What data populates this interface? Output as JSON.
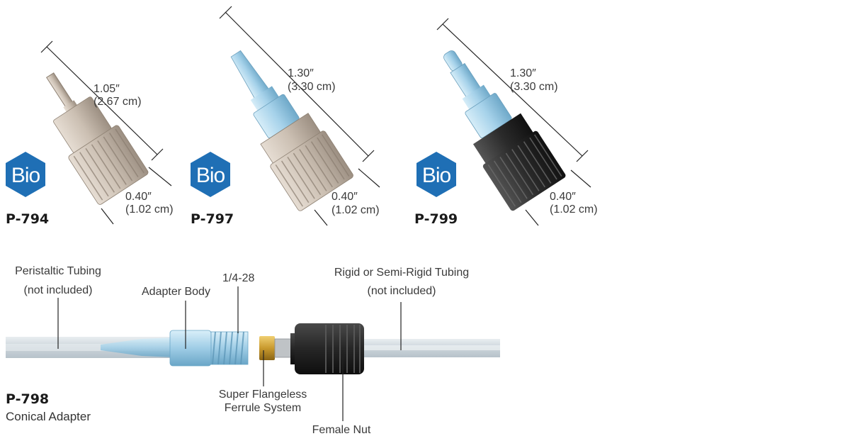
{
  "products": [
    {
      "part": "P-794",
      "badge": "Bio",
      "length_in": "1.05″",
      "length_cm": "(2.67 cm)",
      "height_in": "0.40″",
      "height_cm": "(1.02 cm)"
    },
    {
      "part": "P-797",
      "badge": "Bio",
      "length_in": "1.30″",
      "length_cm": "(3.30 cm)",
      "height_in": "0.40″",
      "height_cm": "(1.02 cm)"
    },
    {
      "part": "P-799",
      "badge": "Bio",
      "length_in": "1.30″",
      "length_cm": "(3.30 cm)",
      "height_in": "0.40″",
      "height_cm": "(1.02 cm)"
    }
  ],
  "assembly": {
    "part": "P-798",
    "subtitle": "Conical Adapter",
    "labels": {
      "peristaltic_1": "Peristaltic Tubing",
      "peristaltic_2": "(not included)",
      "adapter_body": "Adapter Body",
      "thread": "1/4-28",
      "rigid_1": "Rigid or Semi-Rigid Tubing",
      "rigid_2": "(not included)",
      "ferrule_1": "Super Flangeless",
      "ferrule_2": "Ferrule System",
      "female_nut": "Female Nut"
    }
  },
  "colors": {
    "bio_badge": "#1f6fb5",
    "peek_tan": "#c9bcaf",
    "clear_blue": "#a9d3ea",
    "black_nut": "#2a2a2a",
    "tubing": "#d6dde2",
    "brass": "#c99a2e"
  }
}
